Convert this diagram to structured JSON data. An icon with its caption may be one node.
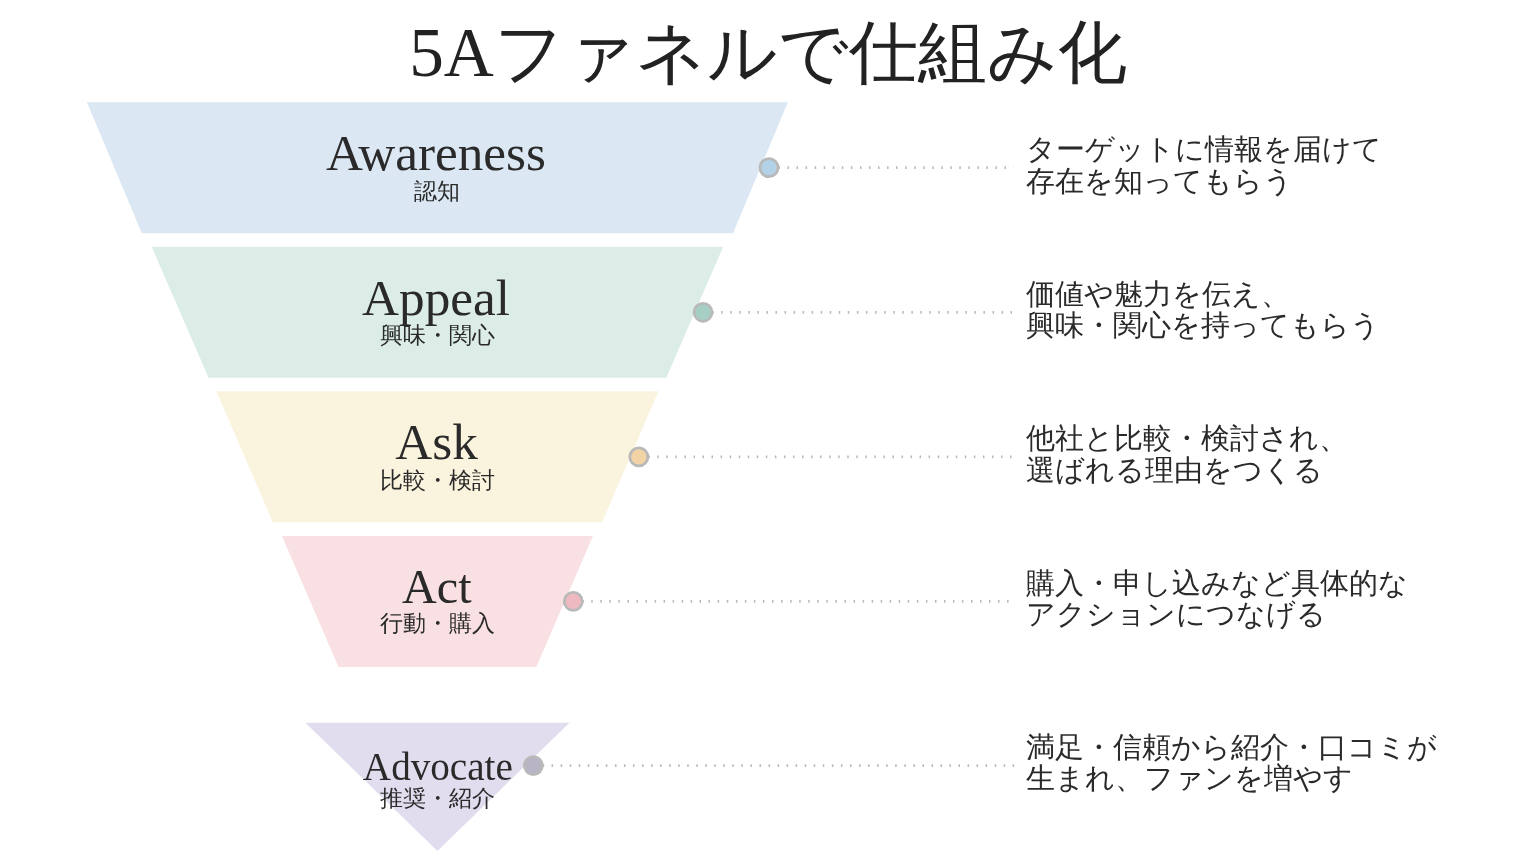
{
  "diagram": {
    "title": "5Aファネルで仕組み化",
    "nodes": [
      {
        "text": [
          "Awareness",
          "認知"
        ]
      },
      {
        "text": [
          "ターゲットに情報を届けて存在を知ってもらう"
        ]
      },
      {
        "text": [
          "Appeal",
          "興味・関心"
        ]
      },
      {
        "text": [
          "価値や魅力を伝え、興味・関心を持ってもらう"
        ]
      },
      {
        "text": [
          "Ask",
          "比較・検討"
        ]
      },
      {
        "text": [
          "他社と比較・検討され、選ばれる理由をつくる"
        ]
      },
      {
        "text": [
          "Act",
          "行動・購入"
        ]
      },
      {
        "text": [
          "購入・申し込みなど具体的なアクションにつなげる"
        ]
      },
      {
        "text": [
          "Advocate",
          "推奨・紹介"
        ]
      },
      {
        "text": [
          "満足・信頼から紹介・口コミが生まれ、ファンを増やす"
        ]
      }
    ],
    "edges": [
      {
        "from": 0,
        "to": 1,
        "arrow": "other"
      },
      {
        "from": 2,
        "to": 3,
        "arrow": "other"
      },
      {
        "from": 4,
        "to": 5,
        "arrow": "other"
      },
      {
        "from": 6,
        "to": 7,
        "arrow": "other"
      },
      {
        "from": 8,
        "to": 9,
        "arrow": "other"
      }
    ]
  }
}
